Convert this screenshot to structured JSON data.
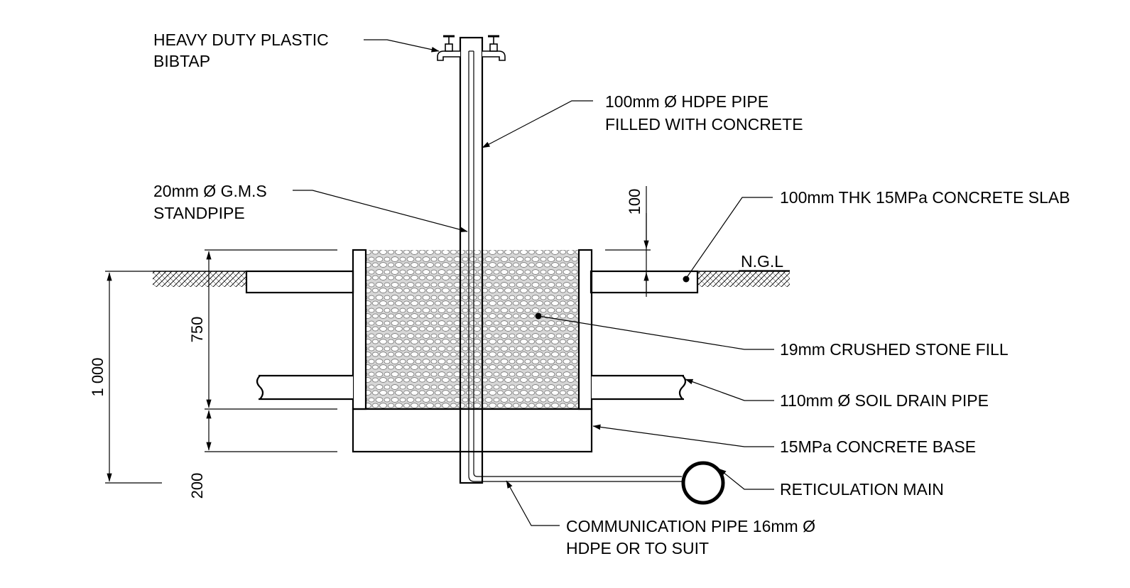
{
  "labels": {
    "bibtap": [
      "HEAVY DUTY PLASTIC",
      "BIBTAP"
    ],
    "hdpe_pipe": [
      "100mm Ø HDPE PIPE",
      "FILLED WITH CONCRETE"
    ],
    "standpipe": [
      "20mm Ø G.M.S",
      "STANDPIPE"
    ],
    "slab": "100mm THK 15MPa CONCRETE SLAB",
    "ngl": "N.G.L",
    "stone_fill": "19mm CRUSHED STONE FILL",
    "drain_pipe": "110mm Ø SOIL DRAIN PIPE",
    "base": "15MPa CONCRETE BASE",
    "main": "RETICULATION MAIN",
    "communication": [
      "COMMUNICATION PIPE 16mm Ø",
      "HDPE OR TO SUIT"
    ]
  },
  "dimensions": {
    "slab_thickness": "100",
    "total_depth": "1 000",
    "fill_depth": "750",
    "base_depth": "200"
  }
}
